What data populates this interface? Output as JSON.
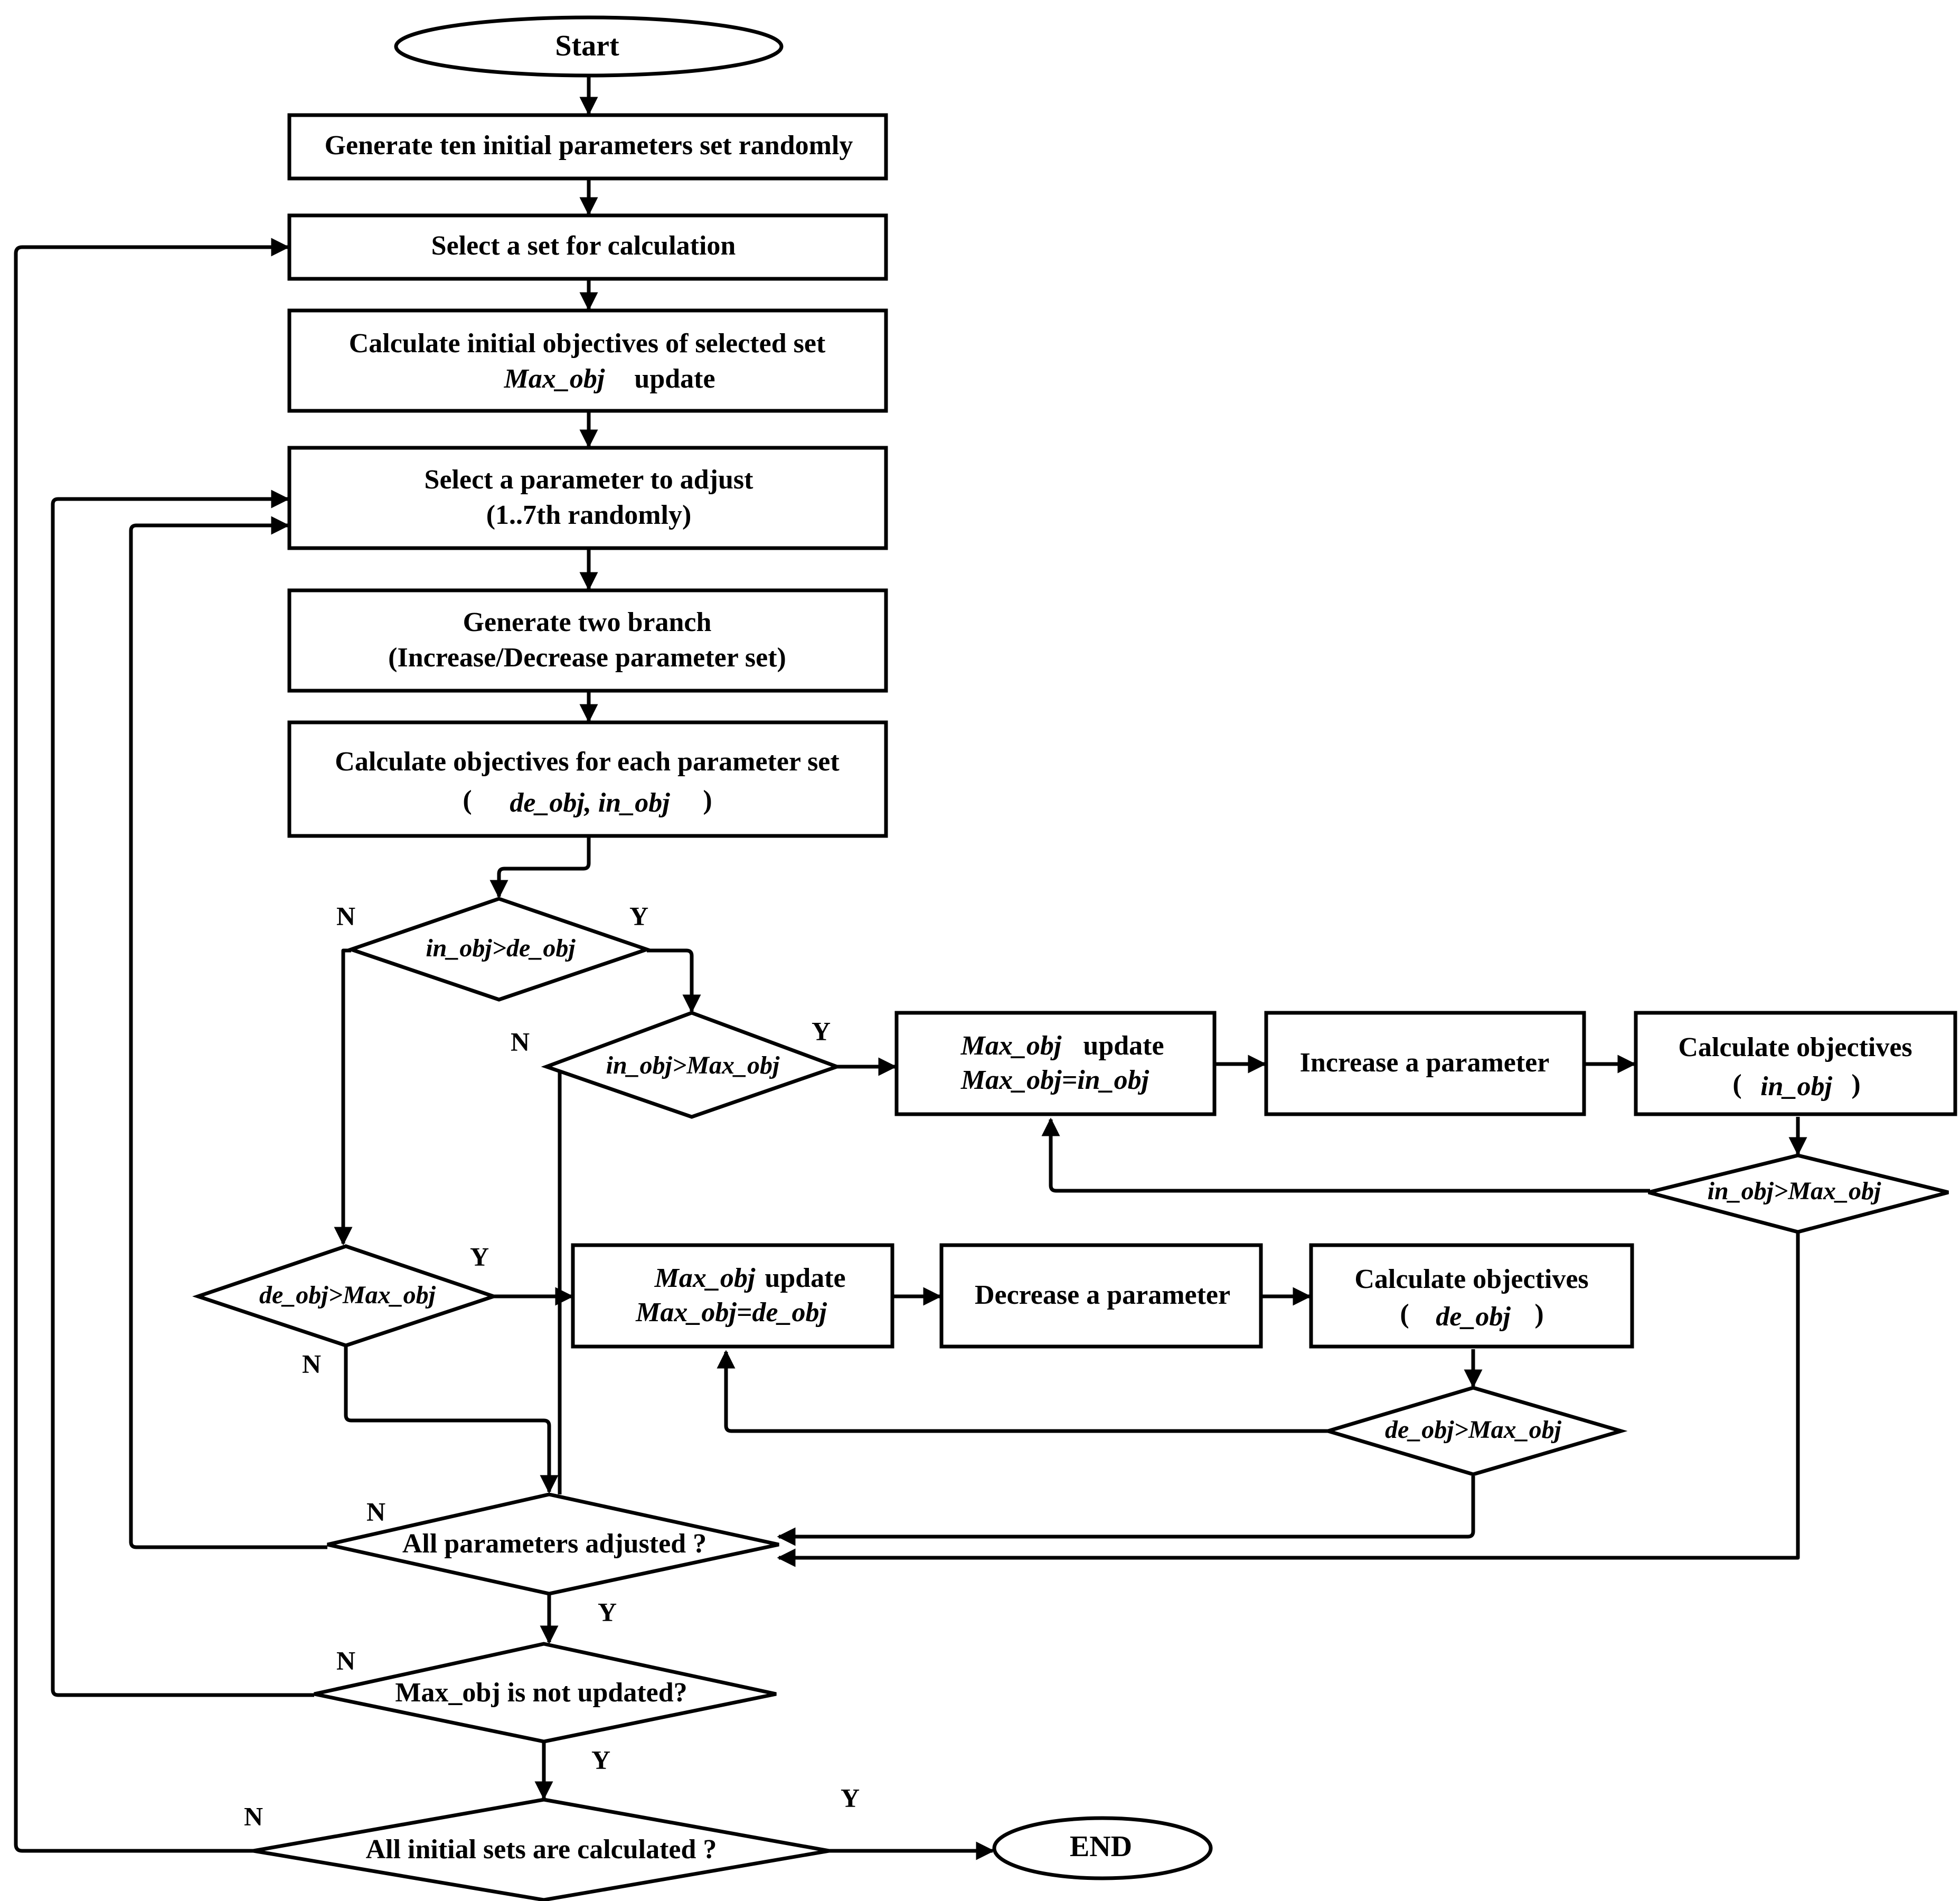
{
  "nodes": {
    "start": "Start",
    "generate": "Generate ten initial parameters set randomly",
    "select_set": "Select a set for calculation",
    "calc_init_1": "Calculate initial objectives of selected set",
    "calc_init_2a": "Max_obj",
    "calc_init_2b": "update",
    "select_param_1": "Select a parameter to adjust",
    "select_param_2": "(1..7th randomly)",
    "branch_1": "Generate two branch",
    "branch_2": "(Increase/Decrease parameter set)",
    "calc_each_1": "Calculate objectives for each parameter set",
    "calc_each_2a": "(",
    "calc_each_2b": "de_obj, in_obj",
    "calc_each_2c": ")",
    "d_in_de": "in_obj>de_obj",
    "d_in_max": "in_obj>Max_obj",
    "d_de_max": "de_obj>Max_obj",
    "upd_in_1a": "Max_obj",
    "upd_in_1b": "update",
    "upd_in_2": "Max_obj=in_obj",
    "increase": "Increase a parameter",
    "calc_in_1": "Calculate objectives",
    "calc_in_2a": "(",
    "calc_in_2b": "in_obj",
    "calc_in_2c": ")",
    "d_in_max_loop": "in_obj>Max_obj",
    "upd_de_1a": "Max_obj",
    "upd_de_1b": "update",
    "upd_de_2": "Max_obj=de_obj",
    "decrease": "Decrease a parameter",
    "calc_de_1": "Calculate objectives",
    "calc_de_2a": "(",
    "calc_de_2b": "de_obj",
    "calc_de_2c": ")",
    "d_de_max_loop": "de_obj>Max_obj",
    "d_all_params": "All parameters adjusted ?",
    "d_not_updated": "Max_obj is not updated?",
    "d_all_sets": "All initial sets are calculated ?",
    "end": "END"
  },
  "labels": {
    "n1": "N",
    "y1": "Y",
    "n2": "N",
    "y2": "Y",
    "y3": "Y",
    "n3": "N",
    "n4": "N",
    "y4": "Y",
    "n5": "N",
    "y5": "Y",
    "n6": "N",
    "y6": "Y"
  }
}
